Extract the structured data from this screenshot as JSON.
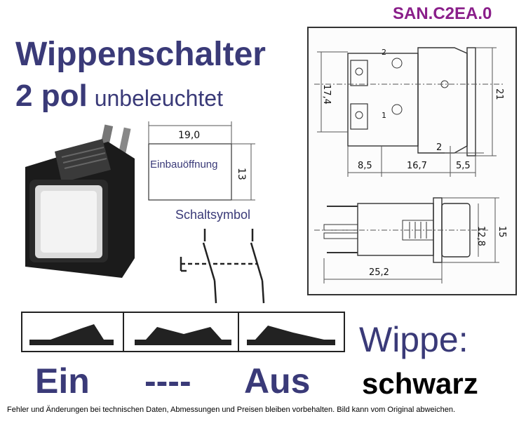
{
  "product_code": "SAN.C2EA.0",
  "title": "Wippenschalter",
  "subtitle": {
    "poles": "2 pol",
    "lighting": "unbeleuchtet"
  },
  "cutout": {
    "label": "Einbauöffnung",
    "width": "19,0",
    "height": "13"
  },
  "symbol_label": "Schaltsymbol",
  "drawing_top": {
    "height_total": "21",
    "height_body": "17,4",
    "dim_a": "8,5",
    "dim_b": "16,7",
    "dim_c": "5,5",
    "dim_d": "2",
    "pin_1": "1",
    "pin_2": "2"
  },
  "drawing_side": {
    "height_outer": "15",
    "height_inner": "12,8",
    "length": "25,2"
  },
  "rocker_states": [
    "Ein",
    "----",
    "Aus"
  ],
  "rocker": {
    "label": "Wippe:",
    "color": "schwarz"
  },
  "footer": "Fehler und Änderungen bei technischen Daten, Abmessungen und Preisen bleiben vorbehalten. Bild kann vom Original abweichen."
}
